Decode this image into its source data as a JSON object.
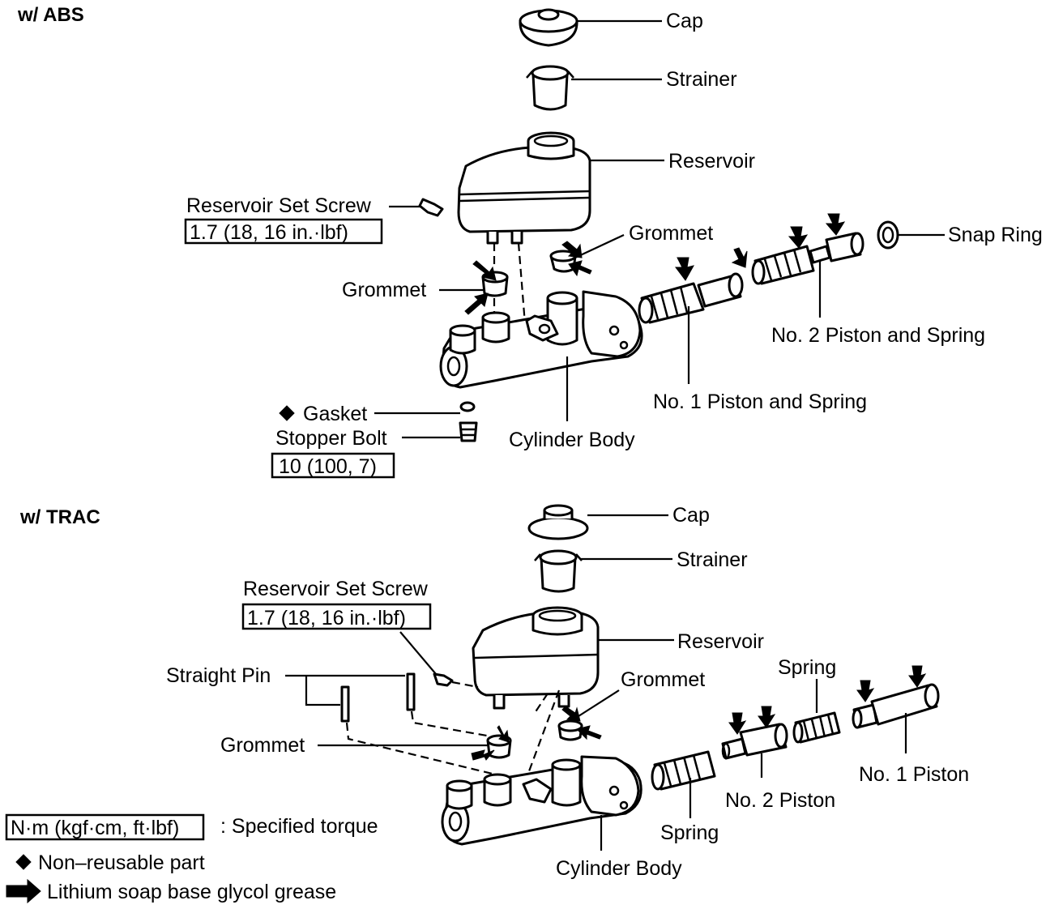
{
  "abs": {
    "heading": "w/ ABS",
    "cap": "Cap",
    "strainer": "Strainer",
    "reservoir": "Reservoir",
    "reservoir_set_screw": "Reservoir Set Screw",
    "reservoir_set_screw_torque": "1.7 (18, 16 in.·lbf)",
    "grommet_left": "Grommet",
    "grommet_right": "Grommet",
    "snap_ring": "Snap Ring",
    "no2_piston_spring": "No. 2 Piston and Spring",
    "no1_piston_spring": "No. 1 Piston and Spring",
    "gasket": "Gasket",
    "stopper_bolt": "Stopper Bolt",
    "stopper_bolt_torque": "10 (100, 7)",
    "cylinder_body": "Cylinder Body"
  },
  "trac": {
    "heading": "w/ TRAC",
    "cap": "Cap",
    "strainer": "Strainer",
    "reservoir_set_screw": "Reservoir Set Screw",
    "reservoir_set_screw_torque": "1.7 (18, 16 in.·lbf)",
    "reservoir": "Reservoir",
    "straight_pin": "Straight Pin",
    "grommet_left": "Grommet",
    "grommet_right": "Grommet",
    "spring_top": "Spring",
    "no1_piston": "No. 1 Piston",
    "no2_piston": "No. 2 Piston",
    "spring_bottom": "Spring",
    "cylinder_body": "Cylinder Body"
  },
  "legend": {
    "torque_unit": "N·m (kgf·cm, ft·lbf)",
    "torque_desc": ": Specified torque",
    "non_reusable": "Non–reusable part",
    "grease": "Lithium soap base glycol grease"
  }
}
